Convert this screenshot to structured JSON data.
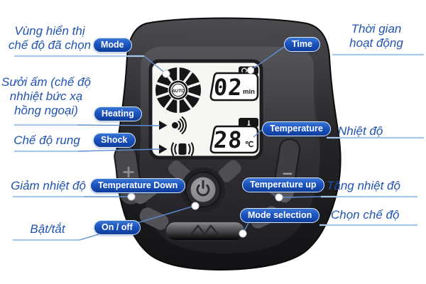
{
  "figure": {
    "kind": "product-callout-diagram",
    "background": "#ffffff"
  },
  "callouts": {
    "mode": {
      "label": "Vùng hiển thị\nchế độ đã chọn",
      "tag": "Mode"
    },
    "time": {
      "label": "Thời gian\nhoạt động",
      "tag": "Time"
    },
    "heating": {
      "label": "Sưởi ấm (chế độ\nnhhiệt bức xạ\nhồng ngoại)",
      "tag": "Heating"
    },
    "shock": {
      "label": "Chế độ rung",
      "tag": "Shock"
    },
    "temperature": {
      "label": "Nhiệt độ",
      "tag": "Temperature"
    },
    "temp_down": {
      "label": "Giảm nhiệt độ",
      "tag": "Temperature Down"
    },
    "temp_up": {
      "label": "Tăng nhiệt độ",
      "tag": "Temperature up"
    },
    "mode_selection": {
      "label": "Chọn chế độ",
      "tag": "Mode selection"
    },
    "on_off": {
      "label": "Bật/tắt",
      "tag": "On / off"
    }
  },
  "device": {
    "lcd": {
      "mode_dial_text": "AUTO",
      "time_value": "02",
      "time_unit": "min",
      "temp_value": "28",
      "temp_unit": "℃"
    },
    "buttons": {
      "plus": "+",
      "minus": "−"
    },
    "icons": [
      "mode-dial-icon",
      "led-indicator-icon",
      "thermometer-icon",
      "heating-speaker-icon",
      "vibration-icon",
      "power-icon",
      "m-zigzag-icon"
    ]
  },
  "colors": {
    "label_blue": "#2153b3",
    "pill_blue_top": "#3a76d6",
    "pill_blue_bottom": "#0e3d9b",
    "callout_line": "#5b8fd2",
    "underline": "#a9c7ea",
    "lcd_bg": "#f6f6f3",
    "lcd_fg": "#17171a",
    "body_dark": "#1e1e21"
  }
}
